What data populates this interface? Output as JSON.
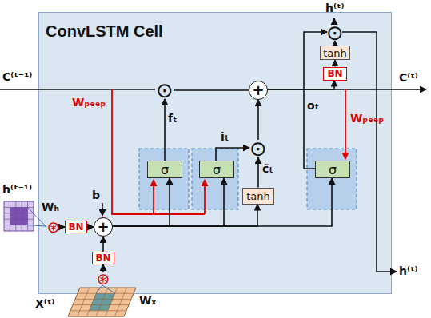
{
  "diagram": {
    "nodes": [
      {
        "text": [
          "ConvLSTM Cell"
        ]
      },
      {
        "text": [
          "σ"
        ],
        "in": 0
      },
      {
        "text": [
          "σ"
        ],
        "in": 0
      },
      {
        "text": [
          "tanh"
        ],
        "in": 0
      },
      {
        "text": [
          "σ"
        ],
        "in": 0
      },
      {
        "text": [
          "tanh"
        ],
        "in": 0
      },
      {
        "text": [
          "BN"
        ],
        "in": 0
      },
      {
        "text": [
          "BN"
        ],
        "in": 0
      },
      {
        "text": [
          "BN"
        ],
        "in": 0
      },
      {
        "text": [
          "⊙"
        ],
        "in": 0
      },
      {
        "text": [
          "+"
        ],
        "in": 0
      },
      {
        "text": [
          "⊙"
        ],
        "in": 0
      },
      {
        "text": [
          "⊙"
        ],
        "in": 0
      },
      {
        "text": [
          "+"
        ],
        "in": 0
      },
      {
        "text": [
          "⊛"
        ],
        "in": 0
      },
      {
        "text": [
          "⊛"
        ],
        "in": 0
      }
    ],
    "edges": [
      {
        "from": 9,
        "to": 10,
        "arrow": "none"
      },
      {
        "from": 1,
        "to": 9,
        "arrow": "to",
        "label": "fₜ"
      },
      {
        "from": 2,
        "to": 11,
        "arrow": "to",
        "label": "iₜ"
      },
      {
        "from": 3,
        "to": 11,
        "arrow": "to",
        "label": "c̃ₜ"
      },
      {
        "from": 11,
        "to": 10,
        "arrow": "to"
      },
      {
        "from": 10,
        "to": 6,
        "arrow": "to"
      },
      {
        "from": 6,
        "to": 5,
        "arrow": "to"
      },
      {
        "from": 5,
        "to": 12,
        "arrow": "to"
      },
      {
        "from": 4,
        "to": 12,
        "arrow": "to",
        "label": "oₜ"
      },
      {
        "from": 13,
        "to": 1,
        "arrow": "to"
      },
      {
        "from": 13,
        "to": 2,
        "arrow": "to"
      },
      {
        "from": 13,
        "to": 3,
        "arrow": "to"
      },
      {
        "from": 13,
        "to": 4,
        "arrow": "to"
      },
      {
        "from": 14,
        "to": 7,
        "arrow": "to"
      },
      {
        "from": 7,
        "to": 13,
        "arrow": "to"
      },
      {
        "from": 15,
        "to": 8,
        "arrow": "to"
      },
      {
        "from": 8,
        "to": 13,
        "arrow": "to"
      }
    ],
    "labels": [
      "h⁽ᵗ⁾",
      "C⁽ᵗ⁻¹⁾",
      "C⁽ᵗ⁾",
      "Wₚₑₑₚ",
      "Wₚₑₑₚ",
      "b",
      "h⁽ᵗ⁻¹⁾",
      "Wₕ",
      "h⁽ᵗ⁾",
      "Wₓ",
      "X⁽ᵗ⁾"
    ]
  }
}
